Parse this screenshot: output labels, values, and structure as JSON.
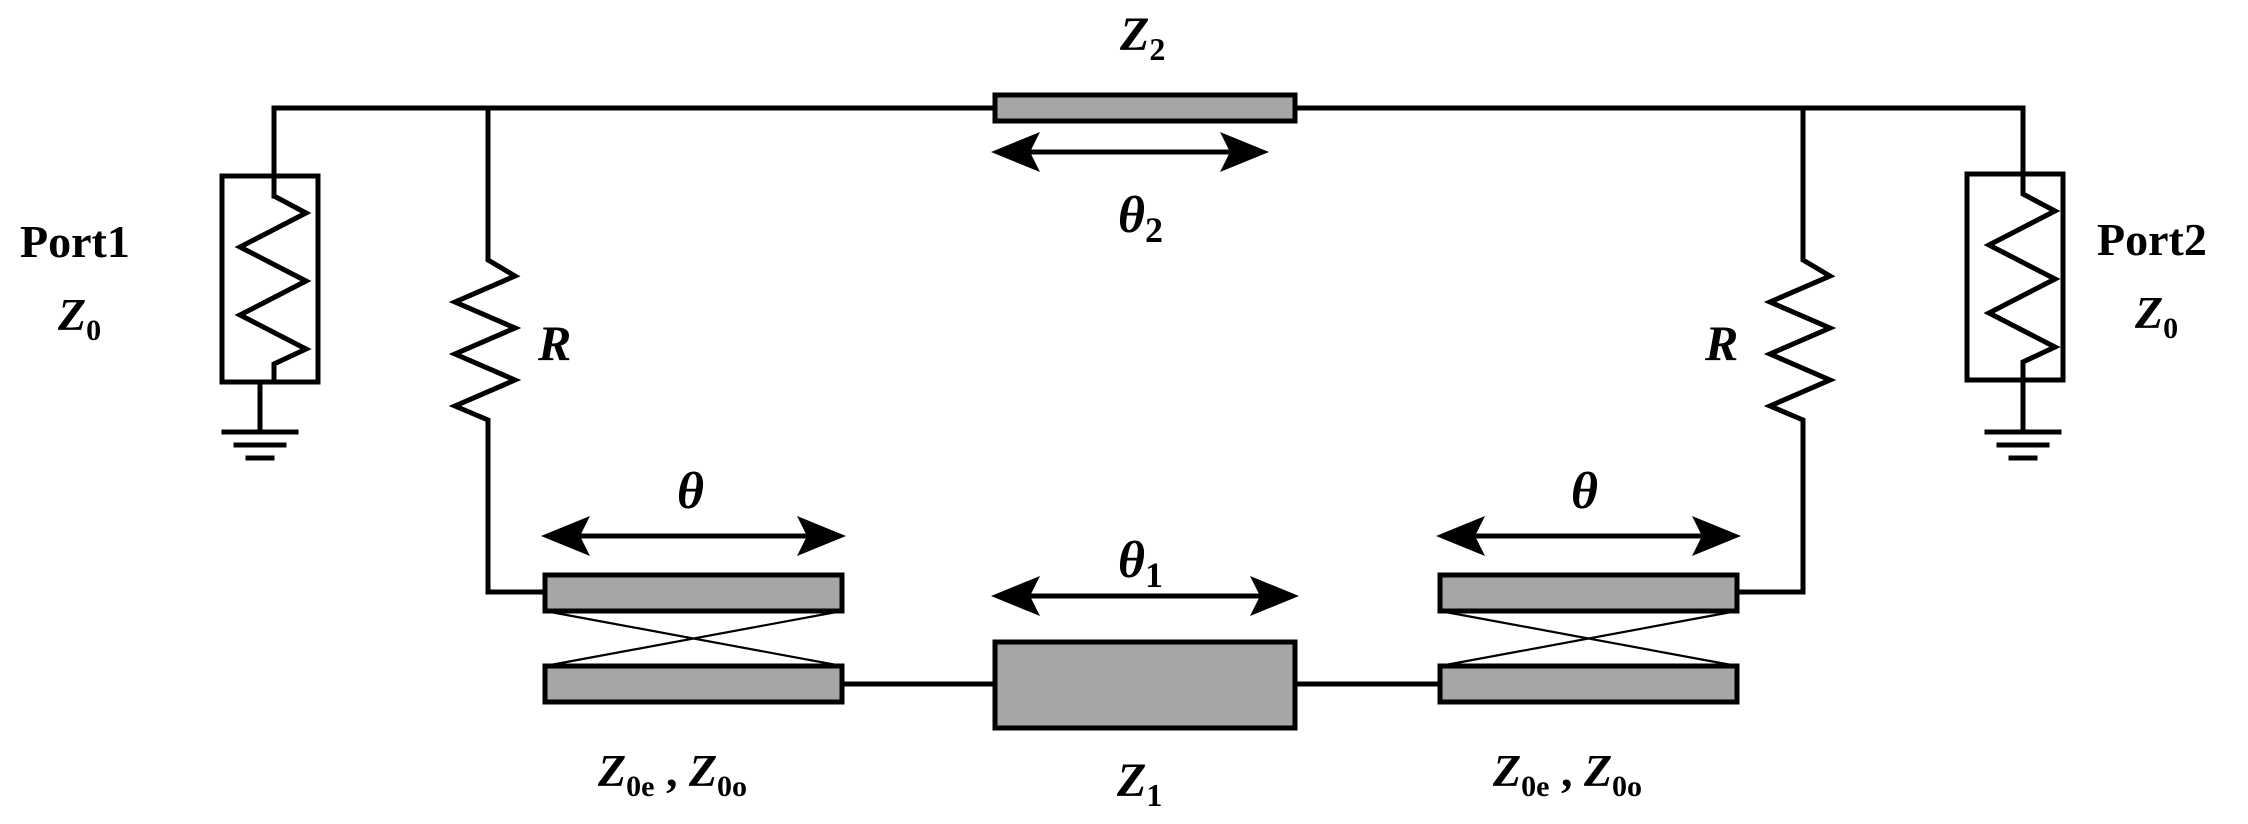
{
  "colors": {
    "line_fill": "#a6a6a6",
    "stroke": "#000000",
    "background": "#ffffff"
  },
  "labels": {
    "z2": {
      "main": "Z",
      "sub": "2"
    },
    "theta2": {
      "main": "θ",
      "sub": "2"
    },
    "theta1": {
      "main": "θ",
      "sub": "1"
    },
    "z1": {
      "main": "Z",
      "sub": "1"
    },
    "theta_left": "θ",
    "theta_right": "θ",
    "r_left": "R",
    "r_right": "R",
    "port1": "Port1",
    "port2": "Port2",
    "z0_left": {
      "main": "Z",
      "sub": "0"
    },
    "z0_right": {
      "main": "Z",
      "sub": "0"
    },
    "coupled_left": {
      "a_main": "Z",
      "a_sub": "0e",
      "sep": " , ",
      "b_main": "Z",
      "b_sub": "0o"
    },
    "coupled_right": {
      "a_main": "Z",
      "a_sub": "0e",
      "sep": " , ",
      "b_main": "Z",
      "b_sub": "0o"
    }
  }
}
